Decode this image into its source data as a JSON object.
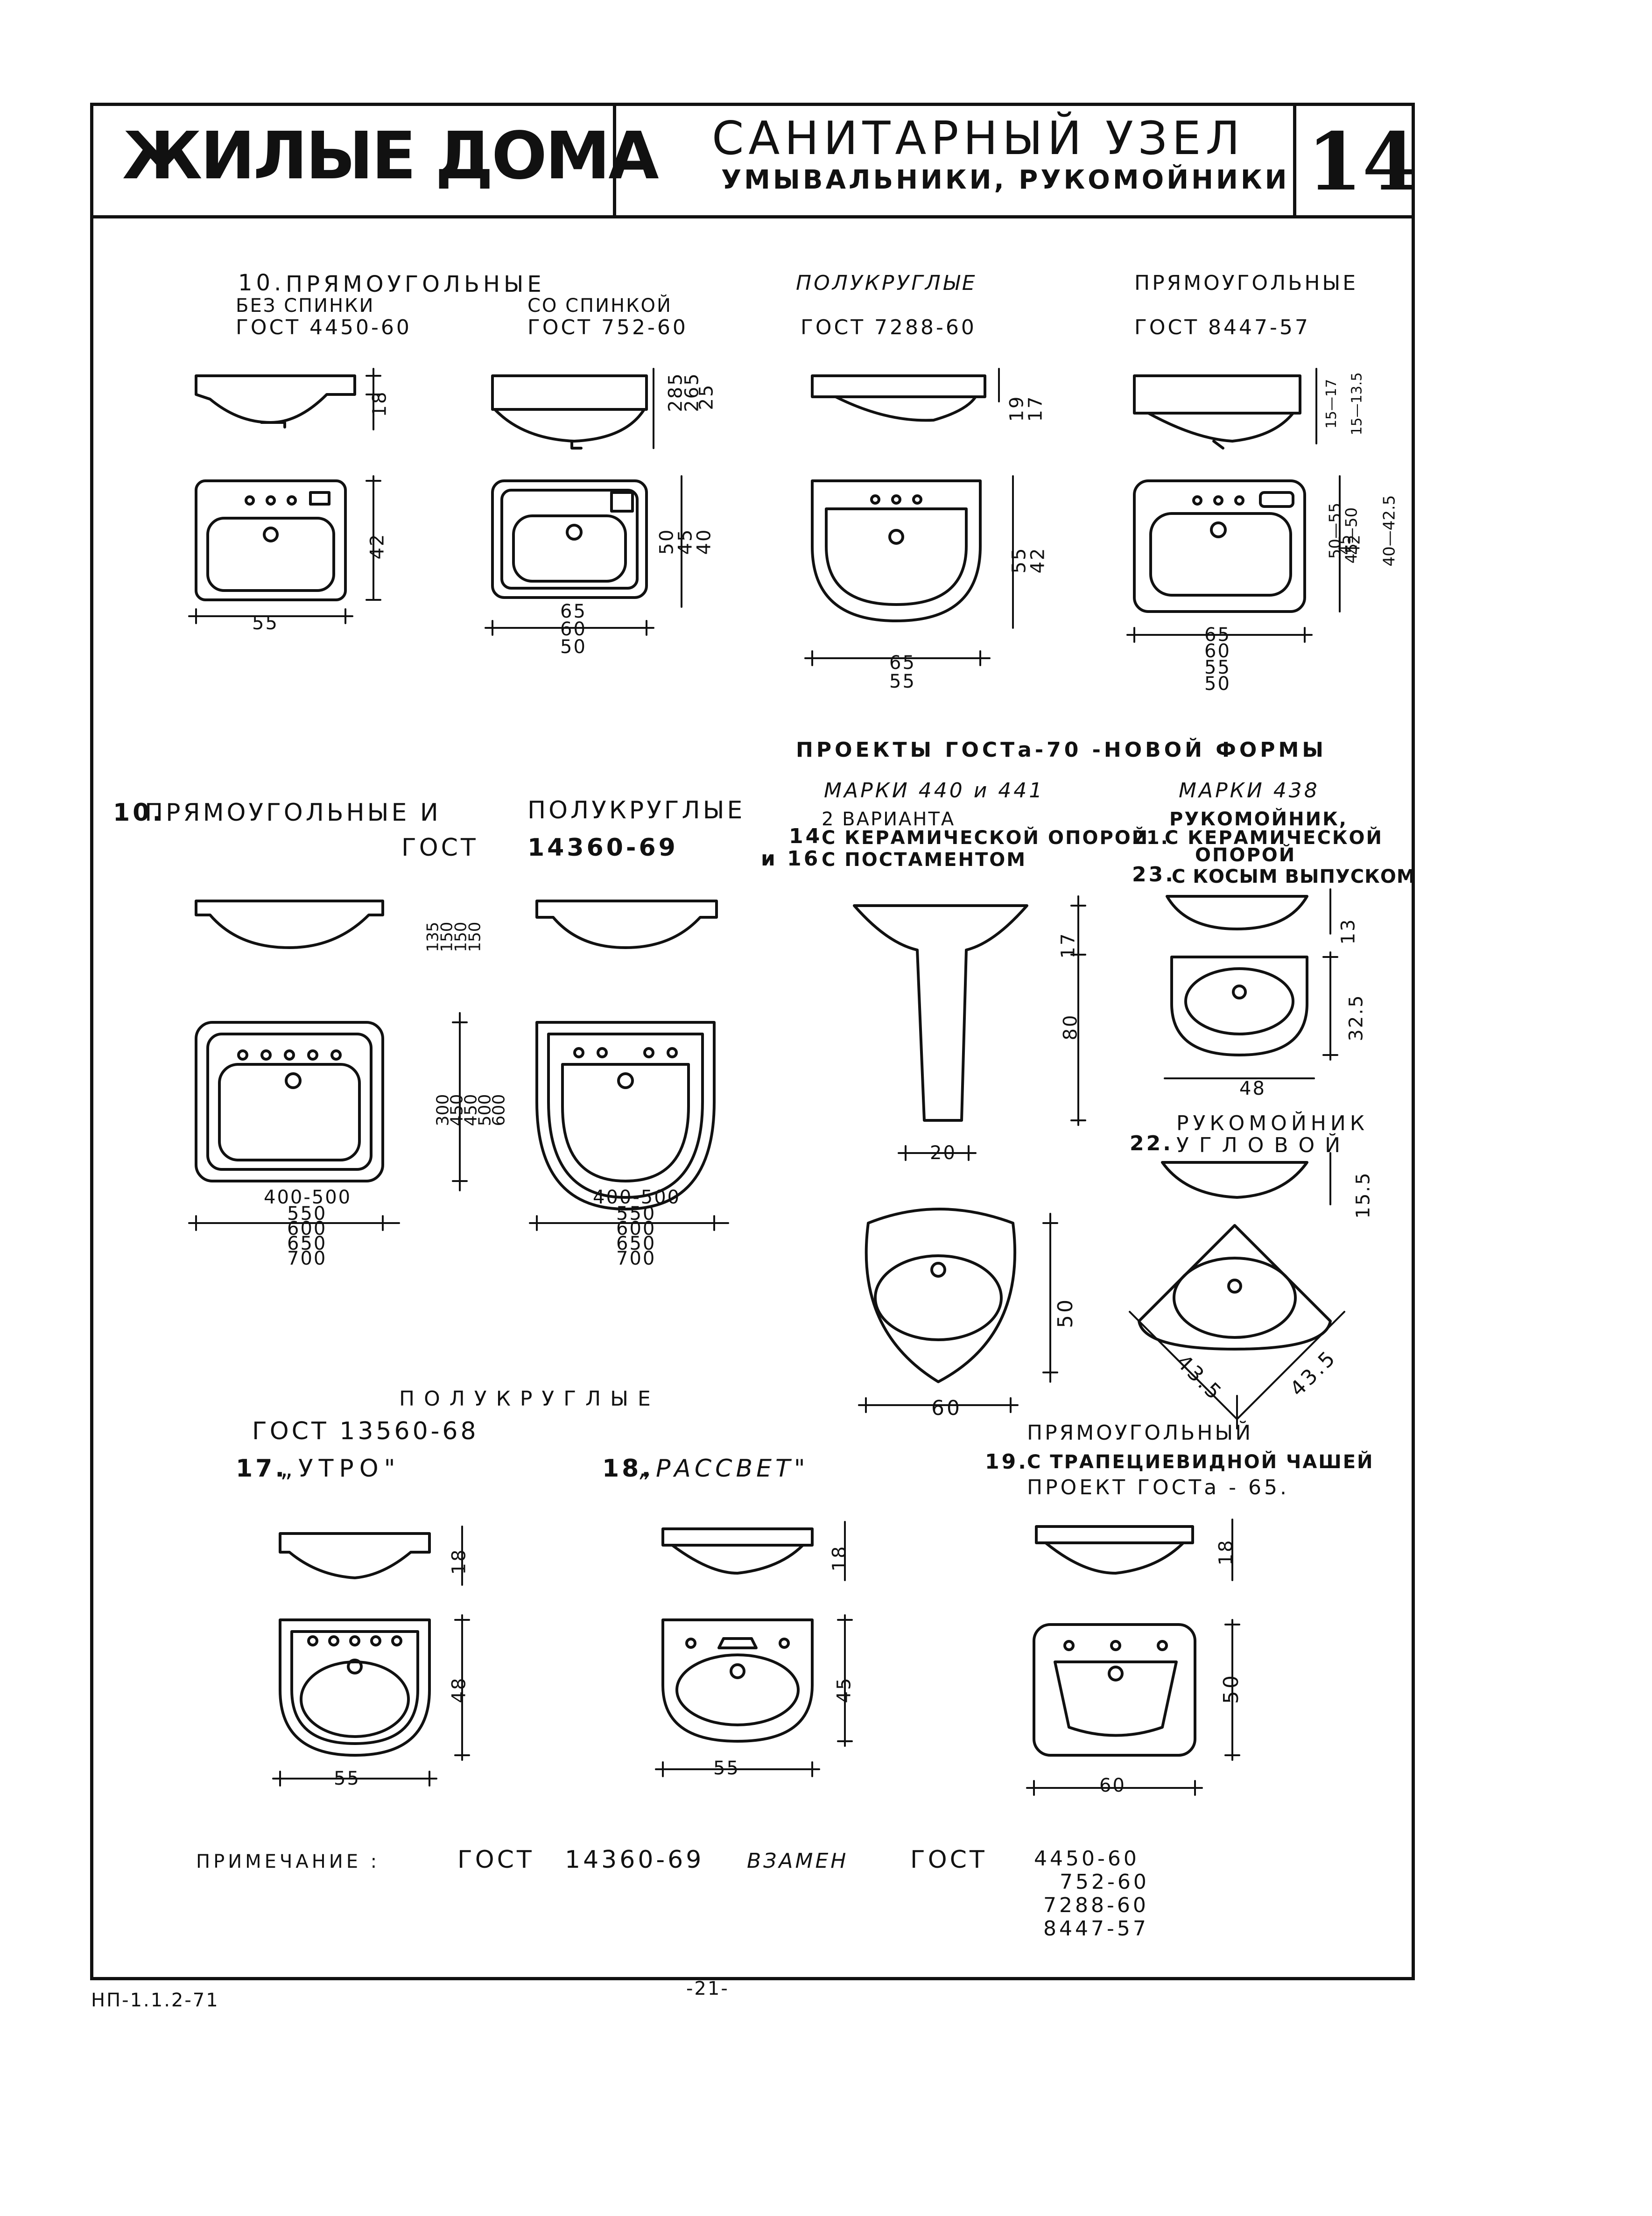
{
  "header": {
    "series_title": "ЖИЛЫЕ ДОМА",
    "section_title": "САНИТАРНЫЙ УЗЕЛ",
    "section_subtitle": "УМЫВАЛЬНИКИ, РУКОМОЙНИКИ",
    "sheet_number": "14"
  },
  "group_top": {
    "rect_no_back": {
      "number": "10.",
      "heading": "ПРЯМОУГОЛЬНЫЕ",
      "sub": "БЕЗ СПИНКИ",
      "gost": "ГОСТ 4450-60",
      "dims": {
        "side_h": "18",
        "plan_h": "42",
        "plan_w": "55"
      }
    },
    "rect_with_back": {
      "sub": "СО СПИНКОЙ",
      "gost": "ГОСТ 752-60",
      "dims": {
        "side_h": [
          "285",
          "265",
          "25"
        ],
        "plan_h": [
          "50",
          "45",
          "40"
        ],
        "plan_w": [
          "65",
          "60",
          "50"
        ]
      }
    },
    "semicircular": {
      "heading": "ПОЛУКРУГЛЫЕ",
      "gost": "ГОСТ 7288-60",
      "dims": {
        "side_h": [
          "19",
          "17"
        ],
        "plan_h": [
          "55",
          "42"
        ],
        "plan_w": [
          "65",
          "55"
        ]
      }
    },
    "rectangular": {
      "heading": "ПРЯМОУГОЛЬНЫЕ",
      "gost": "ГОСТ 8447-57",
      "dims": {
        "side_h": [
          "15—17",
          "15—13.5"
        ],
        "plan_h": [
          "50—55",
          "45—50",
          "45",
          "42",
          "40—42.5"
        ],
        "plan_w": [
          "65",
          "60",
          "55",
          "50"
        ]
      }
    }
  },
  "group_mid": {
    "heading_number": "10.",
    "heading": "ПРЯМОУГОЛЬНЫЕ  И",
    "heading2": "ПОЛУКРУГЛЫЕ",
    "gost": "ГОСТ",
    "gost_no": "14360-69",
    "side_h": [
      "135",
      "150",
      "150",
      "150"
    ],
    "plan_h": [
      "300",
      "450",
      "450",
      "500",
      "600"
    ],
    "plan_w_rect": [
      "400-500",
      "550",
      "600",
      "650",
      "700"
    ],
    "plan_w_semi": [
      "400-500",
      "550",
      "600",
      "650",
      "700"
    ]
  },
  "projects": {
    "title": "ПРОЕКТЫ  ГОСТа-70  -НОВОЙ ФОРМЫ",
    "marks_a": "МАРКИ  440 и 441",
    "marks_a_line1": "2 ВАРИАНТА",
    "marks_a_line2_num": "14",
    "marks_a_line2": "С КЕРАМИЧЕСКОЙ ОПОРОЙ.",
    "marks_a_line3_num": "и 16",
    "marks_a_line3": "С ПОСТАМЕНТОМ",
    "marks_b": "МАРКИ  438",
    "marks_b_line1": "РУКОМОЙНИК,",
    "marks_b_line2_num": "21.",
    "marks_b_line2": "С КЕРАМИЧЕСКОЙ",
    "marks_b_line3": "ОПОРОЙ",
    "marks_b_line4_num": "23.",
    "marks_b_line4": "С КОСЫМ ВЫПУСКОМ",
    "pedestal_dims": {
      "top": "17",
      "height": "80",
      "base": "20",
      "plan_h": "50",
      "plan_w": "60"
    },
    "small_dims": {
      "side": "13",
      "plan_h": "32.5",
      "plan_w": "48"
    },
    "corner_title": "РУКОМОЙНИК",
    "corner_num": "22.",
    "corner_sub": "УГЛОВОЙ",
    "corner_dims": {
      "side": "15.5",
      "a": "43.5",
      "b": "43.5"
    }
  },
  "group_bottom": {
    "heading": "ПОЛУКРУГЛЫЕ",
    "gost": "ГОСТ 13560-68",
    "utro": {
      "number": "17.",
      "name": "„УТРО\"",
      "side_h": "18",
      "plan_h": "48",
      "plan_w": "55"
    },
    "rassvet": {
      "number": "18.",
      "name": "„РАССВЕТ\"",
      "side_h": "18",
      "plan_h": "45",
      "plan_w": "55"
    },
    "trapezoid": {
      "heading": "ПРЯМОУГОЛЬНЫЙ",
      "number": "19.",
      "desc": "С ТРАПЕЦИЕВИДНОЙ ЧАШЕЙ",
      "project": "ПРОЕКТ  ГОСТа - 65.",
      "side_h": "18",
      "plan_h": "50",
      "plan_w": "60"
    }
  },
  "note": {
    "label": "ПРИМЕЧАНИЕ :",
    "gost": "ГОСТ",
    "gost_no": "14360-69",
    "instead": "ВЗАМЕН",
    "gost2": "ГОСТ",
    "replaced": [
      "4450-60",
      "752-60",
      "7288-60",
      "8447-57"
    ]
  },
  "footer": {
    "code": "НП-1.1.2-71",
    "page": "-21-"
  }
}
